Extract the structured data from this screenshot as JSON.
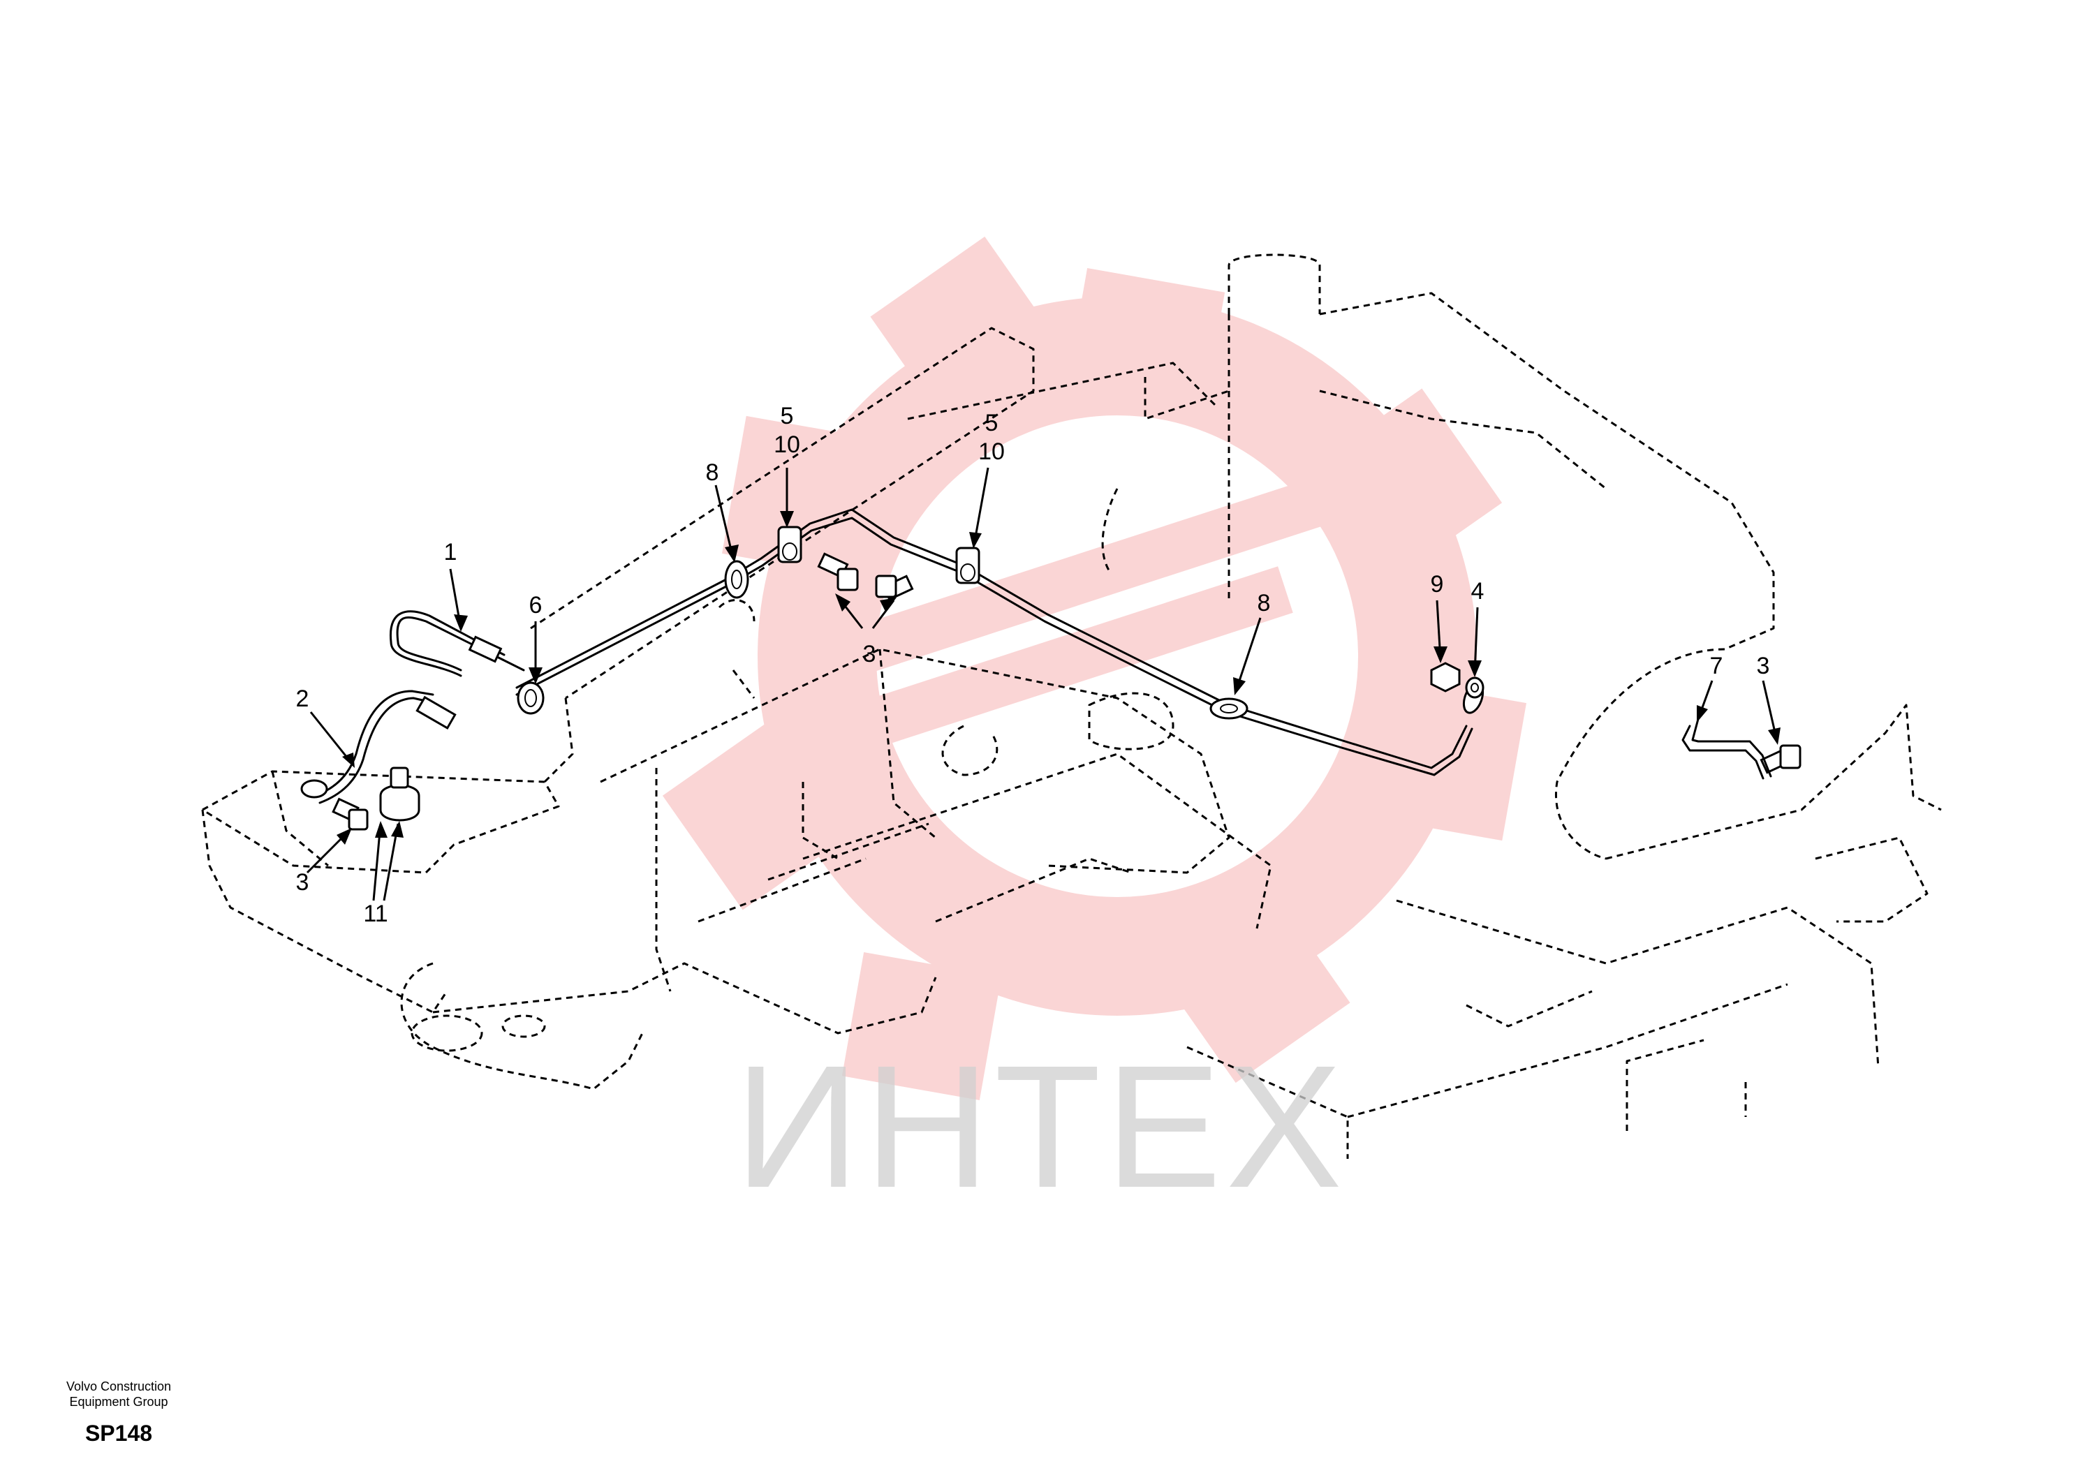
{
  "callouts": {
    "c1": "1",
    "c2": "2",
    "c3a": "3",
    "c3b": "3",
    "c3c": "3",
    "c4": "4",
    "c5a": "5",
    "c5b": "5",
    "c6": "6",
    "c7": "7",
    "c8a": "8",
    "c8b": "8",
    "c9": "9",
    "c10a": "10",
    "c10b": "10",
    "c11": "11"
  },
  "watermark": {
    "text": "ИНТЕХ",
    "gear_color": "#f6b3b3",
    "text_color": "#cfcfcf"
  },
  "footer": {
    "line1": "Volvo Construction",
    "line2": "Equipment Group",
    "code": "SP148"
  }
}
